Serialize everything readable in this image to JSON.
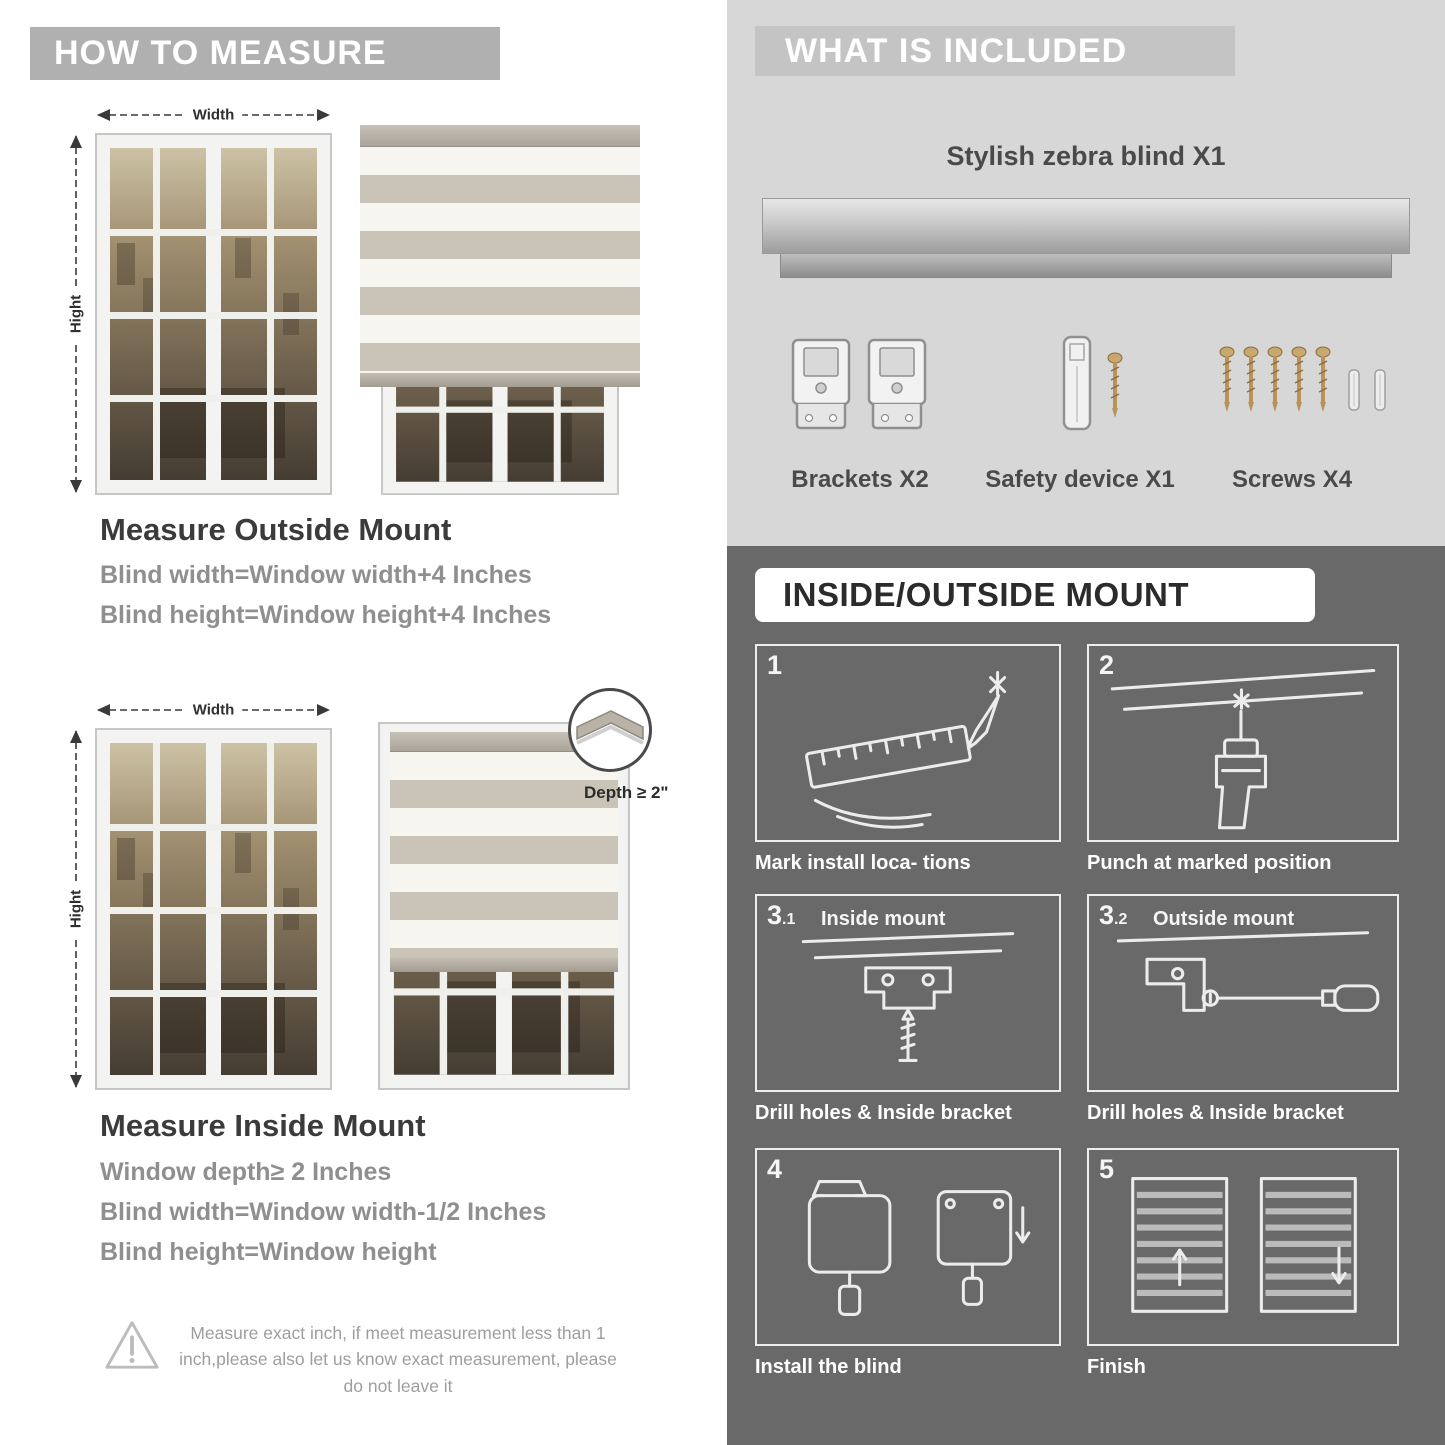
{
  "left": {
    "header": "HOW TO MEASURE",
    "labels": {
      "width": "Width",
      "height": "Hight"
    },
    "outside": {
      "title": "Measure Outside Mount",
      "lines": [
        "Blind width=Window width+4 Inches",
        "Blind height=Window height+4 Inches"
      ]
    },
    "inside": {
      "title": "Measure Inside Mount",
      "depth_callout": "Depth ≥ 2\"",
      "lines": [
        "Window depth≥ 2 Inches",
        "Blind width=Window width-1/2 Inches",
        "Blind height=Window height"
      ]
    },
    "note": "Measure exact inch, if meet measurement less than 1 inch,please also let us know exact measurement, please do not leave it"
  },
  "included": {
    "header": "WHAT IS INCLUDED",
    "blind_label": "Stylish zebra blind X1",
    "items": [
      {
        "label": "Brackets X2"
      },
      {
        "label": "Safety device X1"
      },
      {
        "label": "Screws X4"
      }
    ]
  },
  "mount": {
    "header": "INSIDE/OUTSIDE MOUNT",
    "steps": [
      {
        "num": "1",
        "sub": "",
        "title": "",
        "caption": "Mark install loca- tions"
      },
      {
        "num": "2",
        "sub": "",
        "title": "",
        "caption": "Punch at  marked position"
      },
      {
        "num": "3",
        "sub": ".1",
        "title": "Inside mount",
        "caption": "Drill holes &  Inside bracket"
      },
      {
        "num": "3",
        "sub": ".2",
        "title": "Outside mount",
        "caption": "Drill holes &  Inside bracket"
      },
      {
        "num": "4",
        "sub": "",
        "title": "",
        "caption": "Install the blind"
      },
      {
        "num": "5",
        "sub": "",
        "title": "",
        "caption": "Finish"
      }
    ]
  },
  "colors": {
    "banner_gray": "#b0b0b0",
    "panel_light": "#d7d7d7",
    "panel_dark": "#696969",
    "stripe_solid": "#cac3b7",
    "stripe_sheer": "#f7f5f0"
  }
}
